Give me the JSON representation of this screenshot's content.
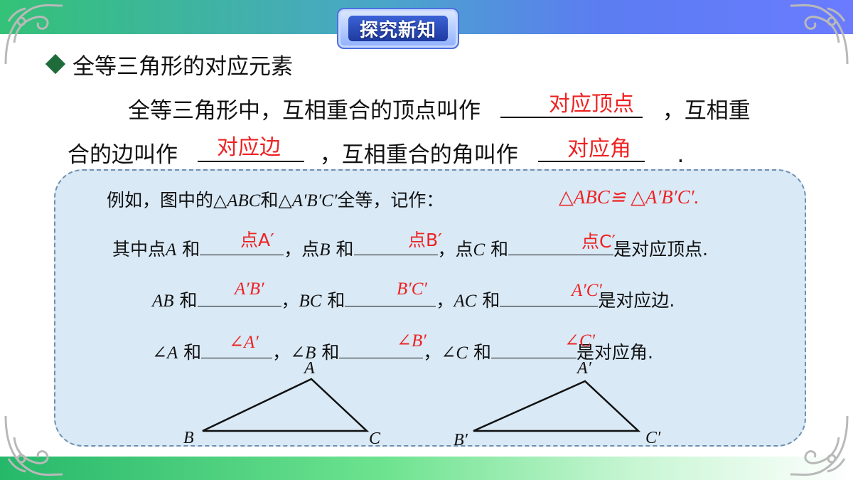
{
  "header": {
    "badge_label": "探究新知"
  },
  "section": {
    "heading": "全等三角形的对应元素"
  },
  "intro": {
    "line1_text": "全等三角形中，互相重合的顶点叫作",
    "line1_tail": "，互相重",
    "line2_head": "合的边叫作",
    "line2_mid": "，互相重合的角叫作",
    "line2_end": ".",
    "answer_vertices": "对应顶点",
    "answer_sides": "对应边",
    "answer_angles": "对应角"
  },
  "example": {
    "line1_prefix": "例如，图中的△",
    "tri1": "ABC",
    "mid_word": "和△",
    "tri2": "A′B′C′",
    "line1_suffix": "全等，记作：",
    "congruence_answer": "△ABC≌ △A′B′C′.",
    "line2": {
      "p1": "其中点",
      "a": "A",
      "and1": " 和",
      "ans1": "点A′",
      "p2": "，点",
      "b": "B",
      "and2": " 和",
      "ans2": "点B′",
      "p3": "，点",
      "c": "C",
      "and3": " 和",
      "ans3": "点C′",
      "tail": "是对应顶点."
    },
    "line3": {
      "s1": "AB",
      "and1": " 和",
      "ans1": "A′B′",
      "sep1": "，",
      "s2": "BC",
      "and2": " 和",
      "ans2": "B′C′",
      "sep2": "，",
      "s3": "AC",
      "and3": " 和",
      "ans3": "A′C′",
      "tail": "是对应边."
    },
    "line4": {
      "a1": "∠A",
      "and1": " 和",
      "ans1": "∠A′",
      "sep1": "，",
      "a2": "∠B",
      "and2": " 和",
      "ans2": "∠B′",
      "sep2": "，",
      "a3": "∠C",
      "and3": " 和",
      "ans3": "∠C′",
      "tail": "是对应角."
    }
  },
  "figure": {
    "tri1_labels": {
      "a": "A",
      "b": "B",
      "c": "C"
    },
    "tri2_labels": {
      "a": "A′",
      "b": "B′",
      "c": "C′"
    }
  },
  "colors": {
    "answer": "#e22222",
    "box_fill": "#d9e9f6",
    "diamond": "#1f6b3a"
  }
}
